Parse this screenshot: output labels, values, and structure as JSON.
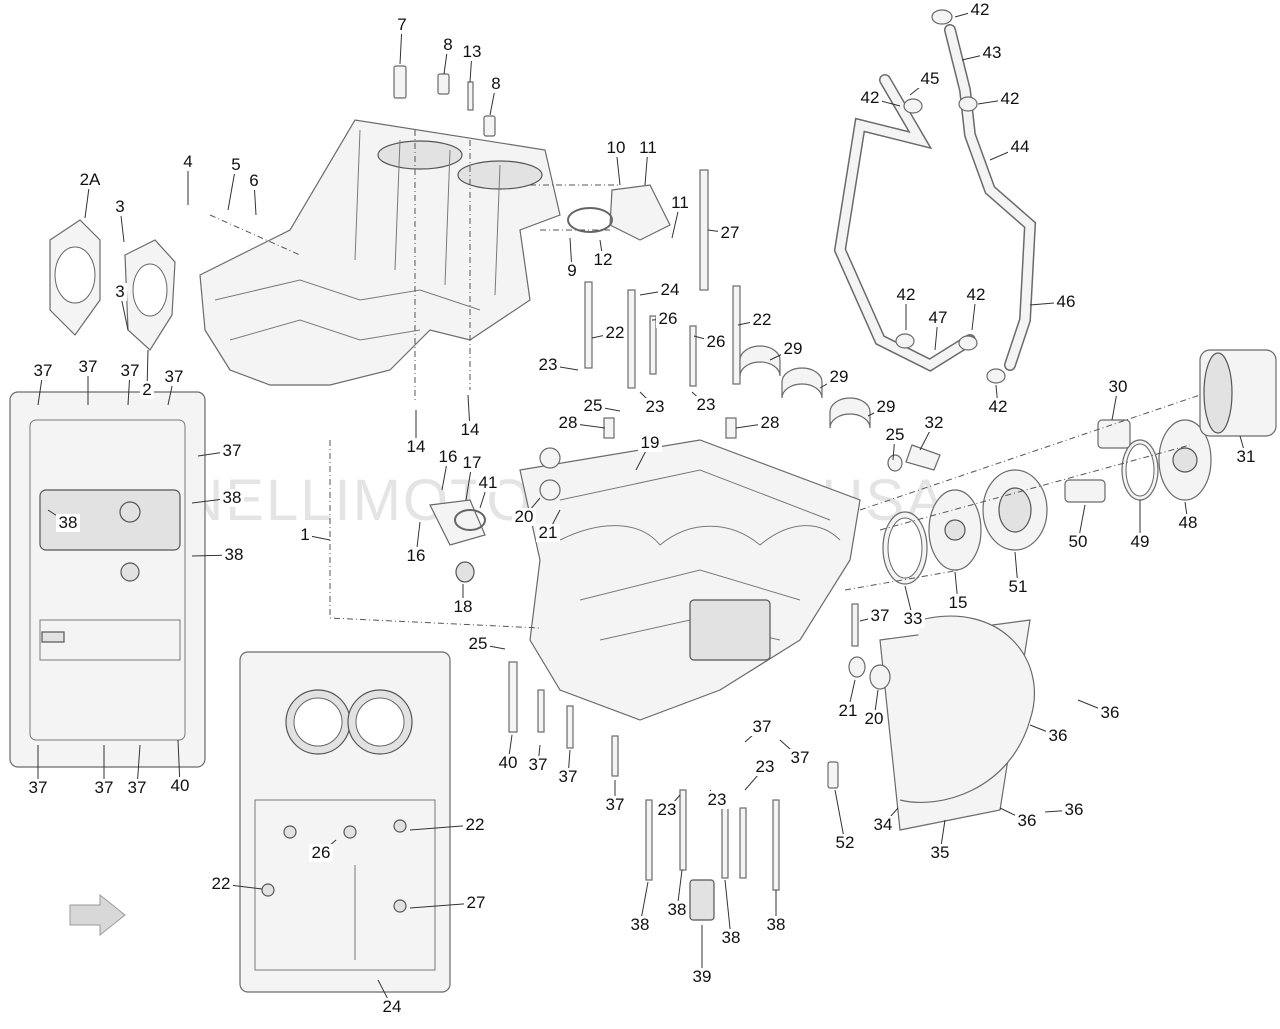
{
  "watermark": "BENELLIMOTORCYCLESUSA",
  "callouts": [
    "1",
    "2",
    "2A",
    "3",
    "4",
    "5",
    "6",
    "7",
    "8",
    "9",
    "10",
    "11",
    "12",
    "13",
    "14",
    "15",
    "16",
    "17",
    "18",
    "19",
    "20",
    "21",
    "22",
    "23",
    "24",
    "25",
    "26",
    "27",
    "28",
    "29",
    "30",
    "31",
    "32",
    "33",
    "34",
    "35",
    "36",
    "37",
    "38",
    "39",
    "40",
    "41",
    "42",
    "43",
    "44",
    "45",
    "46",
    "47",
    "48",
    "49",
    "50",
    "51",
    "52"
  ]
}
